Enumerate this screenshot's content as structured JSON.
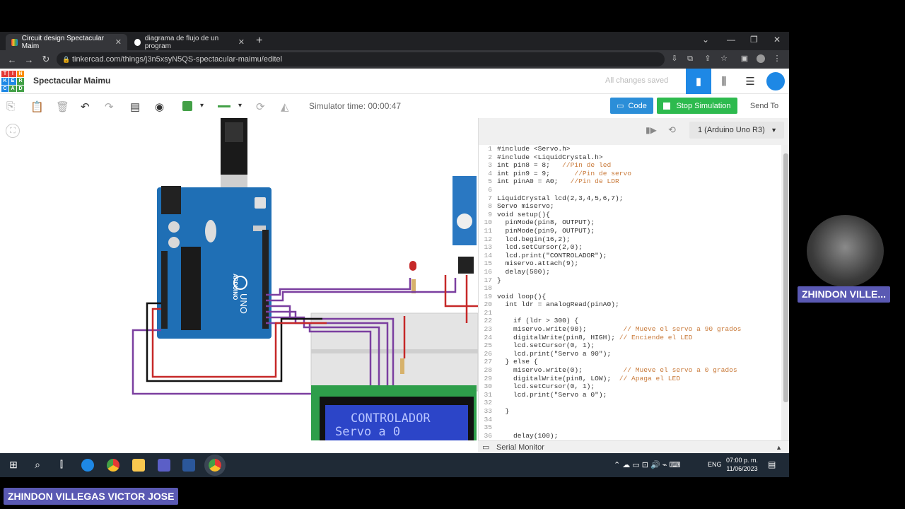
{
  "browser": {
    "tabs": [
      {
        "label": "Circuit design Spectacular Maim"
      },
      {
        "label": "diagrama de flujo de un program"
      }
    ],
    "url": "tinkercad.com/things/j3n5xsyN5QS-spectacular-maimu/editel"
  },
  "app": {
    "logo_letters": [
      "T",
      "I",
      "N",
      "K",
      "E",
      "R",
      "C",
      "A",
      "D"
    ],
    "project_name": "Spectacular Maimu",
    "save_status": "All changes saved"
  },
  "toolbar": {
    "simulator_time": "Simulator time: 00:00:47",
    "code_label": "Code",
    "stop_label": "Stop Simulation",
    "send_label": "Send To"
  },
  "circuit": {
    "lcd_line1": "CONTROLADOR",
    "lcd_line2": "Servo a 0",
    "board_brand": "ARDUINO",
    "board_model": "UNO"
  },
  "code_panel": {
    "board_select": "1 (Arduino Uno R3)",
    "lines": [
      {
        "n": "1",
        "code": "#include <Servo.h>",
        "comment": ""
      },
      {
        "n": "2",
        "code": "#include <LiquidCrystal.h>",
        "comment": ""
      },
      {
        "n": "3",
        "code": "int pin8 = 8;   ",
        "comment": "//Pin de led"
      },
      {
        "n": "4",
        "code": "int pin9 = 9;      ",
        "comment": "//Pin de servo"
      },
      {
        "n": "5",
        "code": "int pinA0 = A0;   ",
        "comment": "//Pin de LDR"
      },
      {
        "n": "6",
        "code": "",
        "comment": ""
      },
      {
        "n": "7",
        "code": "LiquidCrystal lcd(2,3,4,5,6,7);",
        "comment": ""
      },
      {
        "n": "8",
        "code": "Servo miservo;",
        "comment": ""
      },
      {
        "n": "9",
        "code": "void setup(){",
        "comment": ""
      },
      {
        "n": "10",
        "code": "  pinMode(pin8, OUTPUT);",
        "comment": ""
      },
      {
        "n": "11",
        "code": "  pinMode(pin9, OUTPUT);",
        "comment": ""
      },
      {
        "n": "12",
        "code": "  lcd.begin(16,2);",
        "comment": ""
      },
      {
        "n": "13",
        "code": "  lcd.setCursor(2,0);",
        "comment": ""
      },
      {
        "n": "14",
        "code": "  lcd.print(\"CONTROLADOR\");",
        "comment": ""
      },
      {
        "n": "15",
        "code": "  miservo.attach(9);",
        "comment": ""
      },
      {
        "n": "16",
        "code": "  delay(500);",
        "comment": ""
      },
      {
        "n": "17",
        "code": "}",
        "comment": ""
      },
      {
        "n": "18",
        "code": "",
        "comment": ""
      },
      {
        "n": "19",
        "code": "void loop(){",
        "comment": ""
      },
      {
        "n": "20",
        "code": "  int ldr = analogRead(pinA0);",
        "comment": ""
      },
      {
        "n": "21",
        "code": "",
        "comment": ""
      },
      {
        "n": "22",
        "code": "    if (ldr > 300) {",
        "comment": ""
      },
      {
        "n": "23",
        "code": "    miservo.write(90);         ",
        "comment": "// Mueve el servo a 90 grados"
      },
      {
        "n": "24",
        "code": "    digitalWrite(pin8, HIGH); ",
        "comment": "// Enciende el LED"
      },
      {
        "n": "25",
        "code": "    lcd.setCursor(0, 1);",
        "comment": ""
      },
      {
        "n": "26",
        "code": "    lcd.print(\"Servo a 90\");",
        "comment": ""
      },
      {
        "n": "27",
        "code": "  } else {",
        "comment": ""
      },
      {
        "n": "28",
        "code": "    miservo.write(0);          ",
        "comment": "// Mueve el servo a 0 grados"
      },
      {
        "n": "29",
        "code": "    digitalWrite(pin8, LOW);  ",
        "comment": "// Apaga el LED"
      },
      {
        "n": "30",
        "code": "    lcd.setCursor(0, 1);",
        "comment": ""
      },
      {
        "n": "31",
        "code": "    lcd.print(\"Servo a 0\");",
        "comment": ""
      },
      {
        "n": "32",
        "code": "",
        "comment": ""
      },
      {
        "n": "33",
        "code": "  }",
        "comment": ""
      },
      {
        "n": "34",
        "code": "",
        "comment": ""
      },
      {
        "n": "35",
        "code": "",
        "comment": ""
      },
      {
        "n": "36",
        "code": "    delay(100);",
        "comment": ""
      }
    ],
    "serial_monitor_label": "Serial Monitor"
  },
  "taskbar": {
    "language": "ENG",
    "time": "07:00 p. m.",
    "date": "11/06/2023"
  },
  "overlays": {
    "webcam_label": "ZHINDON VILLE...",
    "presenter_name": "ZHINDON VILLEGAS VICTOR JOSE"
  },
  "colors": {
    "accent_blue": "#2b8ed8",
    "stop_green": "#2dba4e",
    "name_tag": "#5a59b3",
    "board_blue": "#1f6fb5",
    "lcd_blue": "#2c45c8"
  }
}
